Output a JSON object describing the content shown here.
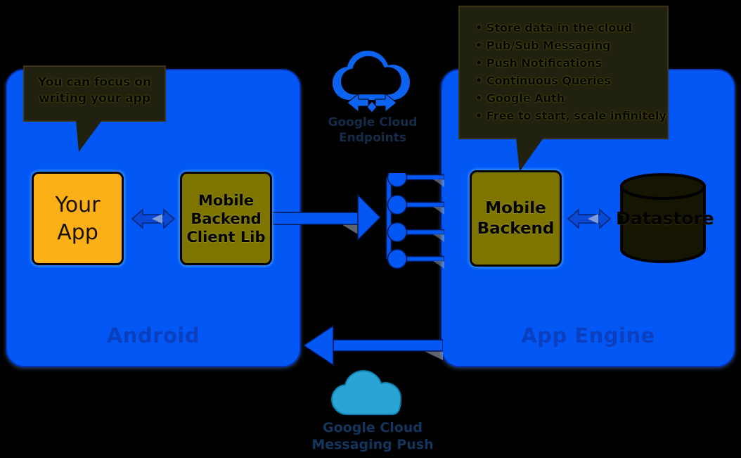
{
  "diagram_title": "Mobile Backend architecture diagram",
  "colors": {
    "background": "#000000",
    "platform_blue": "#0358F5",
    "platform_label_blue": "#0A40C0",
    "node_orange": "#FCB017",
    "node_olive": "#7E7500",
    "bubble_dark": "#21210F",
    "datastore_dark": "#151502",
    "gcm_cloud_teal": "#2AA4D4",
    "endpoints_cloud_blue": "#0B63F0",
    "cloud_label_navy": "#14365E"
  },
  "left_group": {
    "label": "Android",
    "bubble": {
      "line1": "You can focus on",
      "line2": "writing your app"
    },
    "your_app": {
      "line1": "Your",
      "line2": "App"
    },
    "client_lib": {
      "line1": "Mobile",
      "line2": "Backend",
      "line3": "Client Lib"
    }
  },
  "right_group": {
    "label": "App Engine",
    "bubble": {
      "bullets": [
        "Store data in the cloud",
        "Pub/Sub Messaging",
        "Push Notifications",
        "Continuous Queries",
        "Google Auth",
        "Free to start, scale infinitely"
      ]
    },
    "mobile_backend": {
      "line1": "Mobile",
      "line2": "Backend"
    },
    "datastore": {
      "label": "Datastore"
    }
  },
  "endpoints_cloud": {
    "line1": "Google Cloud",
    "line2": "Endpoints"
  },
  "gcm_cloud": {
    "line1": "Google Cloud",
    "line2": "Messaging Push"
  }
}
